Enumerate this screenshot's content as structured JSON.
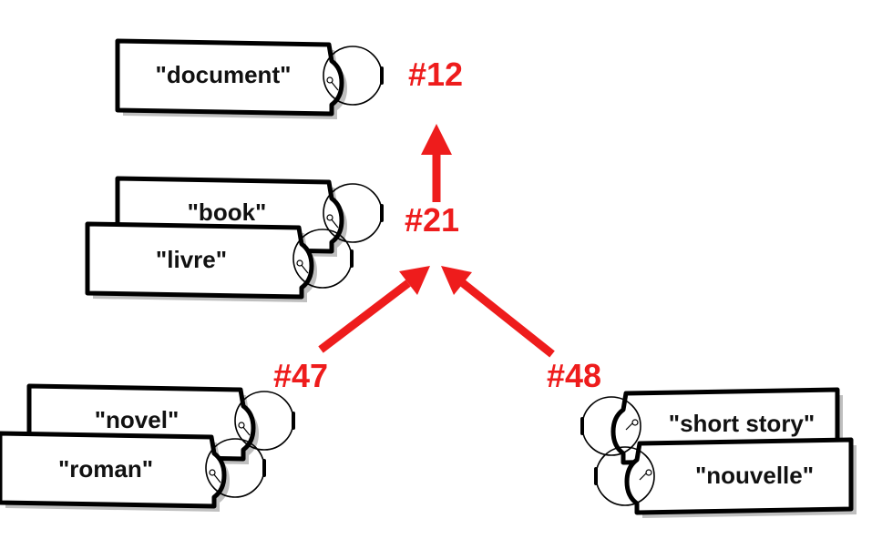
{
  "nodes": {
    "n12": {
      "id": "#12",
      "labels": [
        "\"document\""
      ]
    },
    "n21": {
      "id": "#21",
      "labels": [
        "\"book\"",
        "\"livre\""
      ]
    },
    "n47": {
      "id": "#47",
      "labels": [
        "\"novel\"",
        "\"roman\""
      ]
    },
    "n48": {
      "id": "#48",
      "labels": [
        "\"short story\"",
        "\"nouvelle\""
      ]
    }
  },
  "edges": [
    {
      "from": "#21",
      "to": "#12"
    },
    {
      "from": "#47",
      "to": "#21"
    },
    {
      "from": "#48",
      "to": "#21"
    }
  ],
  "colors": {
    "accent": "#ee1c1c",
    "ink": "#000000"
  }
}
